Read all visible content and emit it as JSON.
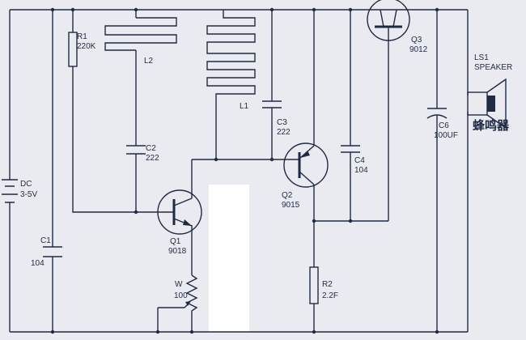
{
  "labels": {
    "r1_ref": "R1",
    "r1_val": "220K",
    "l2_ref": "L2",
    "l1_ref": "L1",
    "c2_ref": "C2",
    "c2_val": "222",
    "c3_ref": "C3",
    "c3_val": "222",
    "c4_ref": "C4",
    "c4_val": "104",
    "c1_ref": "C1",
    "c1_val": "104",
    "c6_ref": "C6",
    "c6_val": "100UF",
    "q1_ref": "Q1",
    "q1_val": "9018",
    "q2_ref": "Q2",
    "q2_val": "9015",
    "q3_ref": "Q3",
    "q3_val": "9012",
    "w_ref": "W",
    "w_val": "100",
    "r2_ref": "R2",
    "r2_val": "2.2F",
    "dc_ref": "DC",
    "dc_val": "3-5V",
    "ls1_ref": "LS1",
    "ls1_val": "SPEAKER",
    "buzzer": "蜂鸣器"
  },
  "colors": {
    "background": "#e9ebf1",
    "wire": "#1f2a44"
  }
}
